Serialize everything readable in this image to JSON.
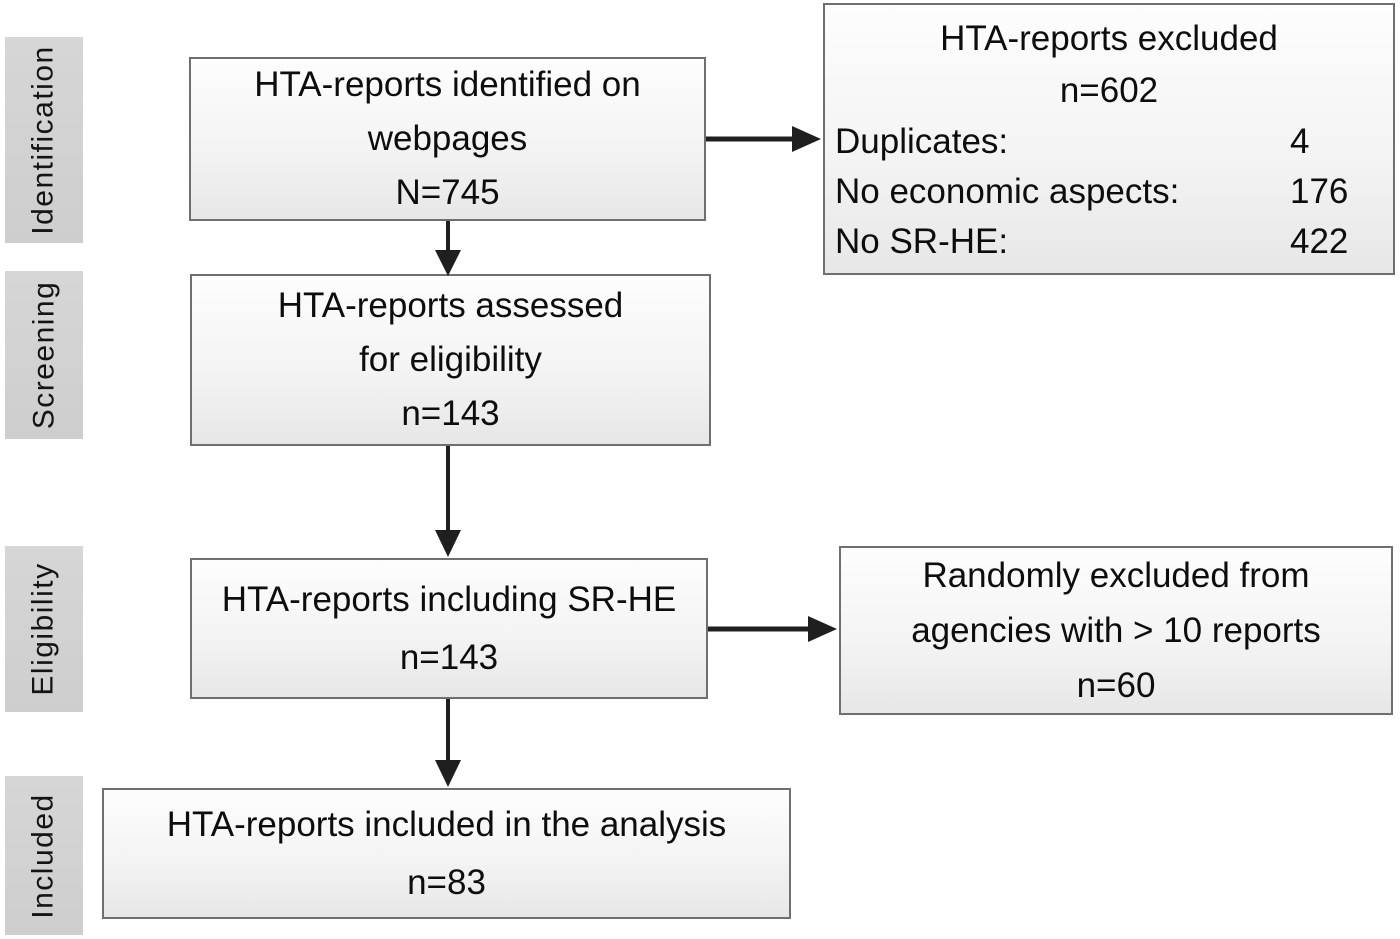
{
  "stages": [
    {
      "label": "Identification"
    },
    {
      "label": "Screening"
    },
    {
      "label": "Eligibility"
    },
    {
      "label": "Included"
    }
  ],
  "boxes": {
    "identified": {
      "lines": [
        "HTA-reports identified on",
        "webpages",
        "N=745"
      ]
    },
    "assessed": {
      "lines": [
        "HTA-reports assessed",
        "for eligibility",
        "n=143"
      ]
    },
    "including": {
      "lines": [
        "HTA-reports including SR-HE",
        "n=143"
      ]
    },
    "included": {
      "lines": [
        "HTA-reports included in the analysis",
        "n=83"
      ]
    },
    "excluded": {
      "title": "HTA-reports excluded",
      "count": "n=602",
      "reasons": [
        {
          "label": "Duplicates:",
          "value": "4"
        },
        {
          "label": "No economic aspects:",
          "value": "176"
        },
        {
          "label": "No SR-HE:",
          "value": "422"
        }
      ]
    },
    "randomly_excluded": {
      "lines": [
        "Randomly excluded from",
        "agencies with > 10 reports",
        "n=60"
      ]
    }
  },
  "colors": {
    "background": "#ffffff",
    "box_border": "#6f6f6f",
    "box_fill_top": "#fdfdfd",
    "box_fill_bottom": "#e7e7e7",
    "stage_fill": "#d1d1d1",
    "arrow": "#1f1f1f",
    "text": "#0d0d0d"
  }
}
